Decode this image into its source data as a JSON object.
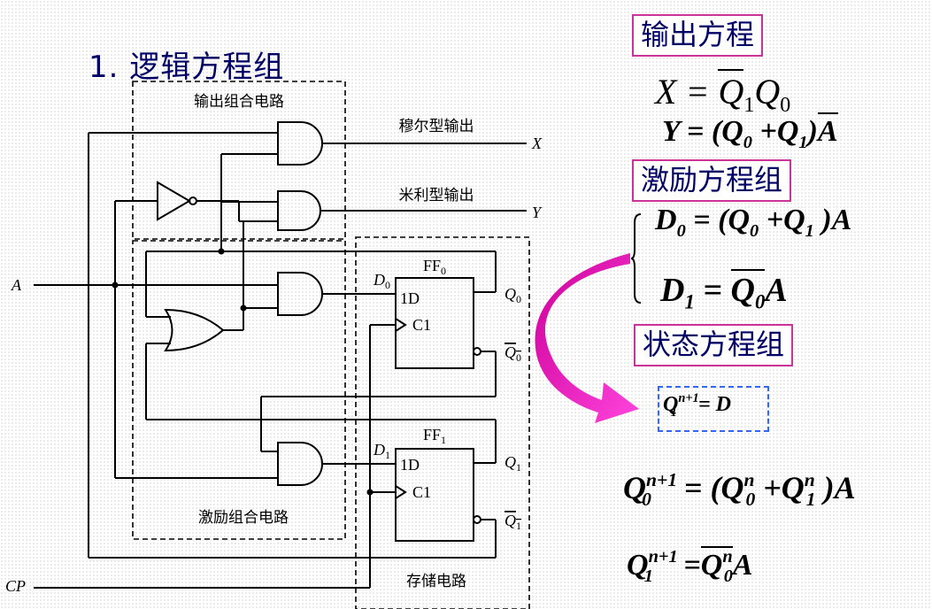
{
  "section_title": "1. 逻辑方程组",
  "circuit": {
    "output_block_label": "输出组合电路",
    "excitation_block_label": "激励组合电路",
    "storage_block_label": "存储电路",
    "moore_output_label": "穆尔型输出",
    "mealy_output_label": "米利型输出",
    "signal_x": "X",
    "signal_y": "Y",
    "signal_a": "A",
    "signal_cp": "CP",
    "ff0": {
      "name": "FF",
      "index": "0",
      "d_label": "D",
      "d_index": "0",
      "input_1d": "1D",
      "input_c1": "C1",
      "q": "Q",
      "q_index": "0"
    },
    "ff1": {
      "name": "FF",
      "index": "1",
      "d_label": "D",
      "d_index": "1",
      "input_1d": "1D",
      "input_c1": "C1",
      "q": "Q",
      "q_index": "1"
    }
  },
  "labels": {
    "output_equations": "输出方程",
    "excitation_equations": "激励方程组",
    "state_equations": "状态方程组"
  },
  "equations": {
    "x_lhs": "X",
    "y_lhs": "Y",
    "d0_lhs": "D",
    "d1_lhs": "D",
    "state_generic": "Q",
    "d_rhs": "D",
    "a": "A",
    "q": "Q",
    "eq_sign": "=",
    "plus": "+",
    "open_paren": "(",
    "close_paren": ")",
    "sup_n": "n",
    "sup_n1": "n+1"
  },
  "colors": {
    "title": "#000066",
    "label_border": "#cc3399",
    "arrow": "#ff33cc",
    "state_box_border": "#3366ff"
  }
}
